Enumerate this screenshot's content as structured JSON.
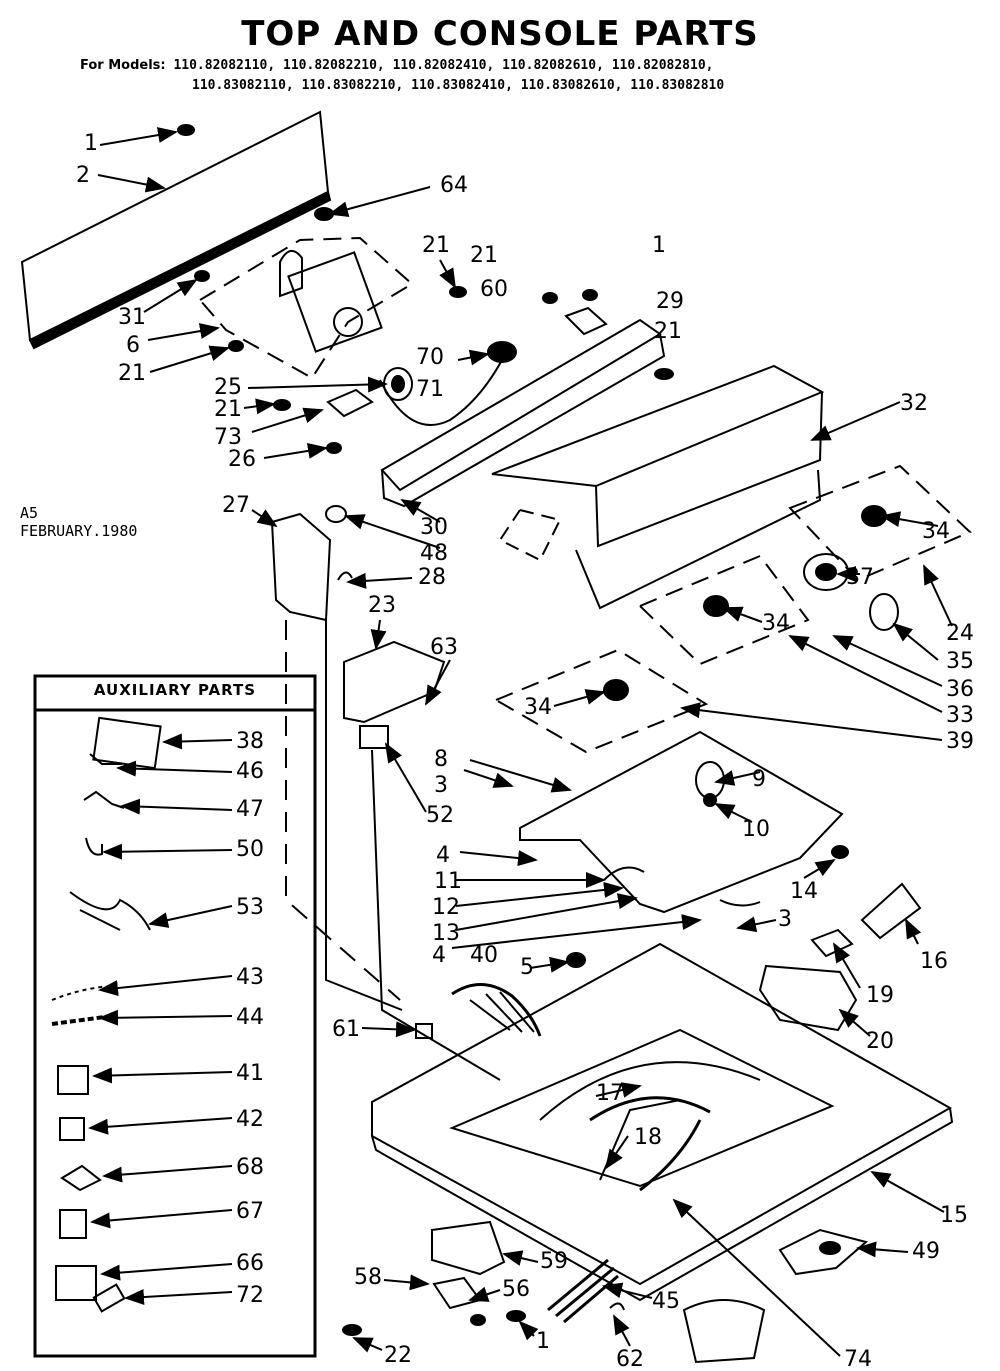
{
  "title": "TOP AND CONSOLE PARTS",
  "models_label": "For Models:",
  "models_row1": "110.82082110, 110.82082210, 110.82082410, 110.82082610, 110.82082810,",
  "models_row2": "110.83082110, 110.83082210, 110.83082410, 110.83082610, 110.83082810",
  "date_line1": "A5",
  "date_line2": "FEBRUARY.1980",
  "auxiliary_title": "AUXILIARY PARTS",
  "callouts": [
    "1",
    "2",
    "64",
    "21",
    "21",
    "60",
    "1",
    "29",
    "21",
    "31",
    "6",
    "21",
    "70",
    "25",
    "71",
    "21",
    "73",
    "26",
    "32",
    "27",
    "30",
    "48",
    "28",
    "34",
    "37",
    "24",
    "35",
    "34",
    "36",
    "33",
    "23",
    "63",
    "34",
    "39",
    "8",
    "9",
    "10",
    "3",
    "52",
    "4",
    "11",
    "12",
    "13",
    "14",
    "3",
    "16",
    "4",
    "40",
    "5",
    "19",
    "20",
    "61",
    "17",
    "18",
    "15",
    "59",
    "58",
    "56",
    "45",
    "22",
    "1",
    "62",
    "74",
    "49",
    "38",
    "46",
    "47",
    "50",
    "53",
    "43",
    "44",
    "41",
    "42",
    "68",
    "67",
    "66",
    "72"
  ]
}
